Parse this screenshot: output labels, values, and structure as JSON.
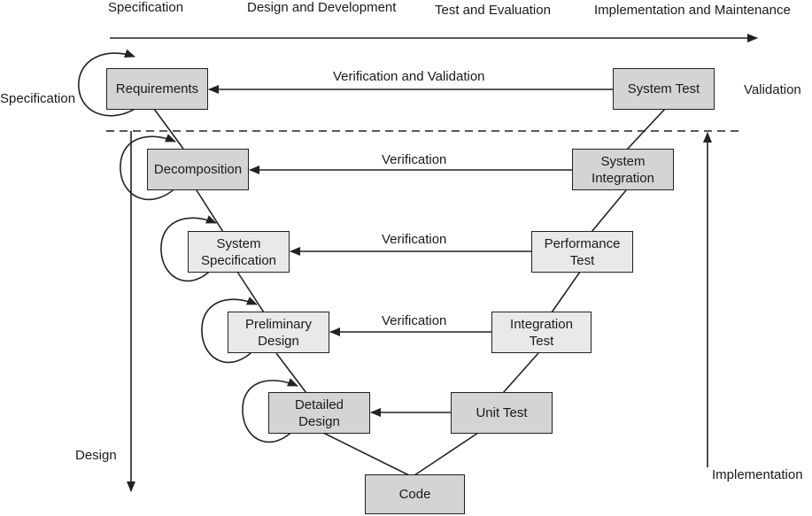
{
  "phases": [
    "Specification",
    "Design and Development",
    "Test and Evaluation",
    "Implementation and Maintenance"
  ],
  "side_labels": {
    "specification": "Specification",
    "validation": "Validation",
    "design": "Design",
    "implementation": "Implementation"
  },
  "left_boxes": {
    "requirements": [
      "Requirements"
    ],
    "decomposition": [
      "Decomposition"
    ],
    "system_specification": [
      "System",
      "Specification"
    ],
    "preliminary_design": [
      "Preliminary",
      "Design"
    ],
    "detailed_design": [
      "Detailed",
      "Design"
    ]
  },
  "right_boxes": {
    "system_test": [
      "System Test"
    ],
    "system_integration": [
      "System",
      "Integration"
    ],
    "performance_test": [
      "Performance",
      "Test"
    ],
    "integration_test": [
      "Integration",
      "Test"
    ],
    "unit_test": [
      "Unit Test"
    ]
  },
  "bottom_box": [
    "Code"
  ],
  "arrow_labels": {
    "row1": "Verification and Validation",
    "row2": "Verification",
    "row3": "Verification",
    "row4": "Verification"
  },
  "colors": {
    "box_fill": "#d4d4d4",
    "box_fill_light": "#e9e9e9",
    "line": "#222222"
  }
}
